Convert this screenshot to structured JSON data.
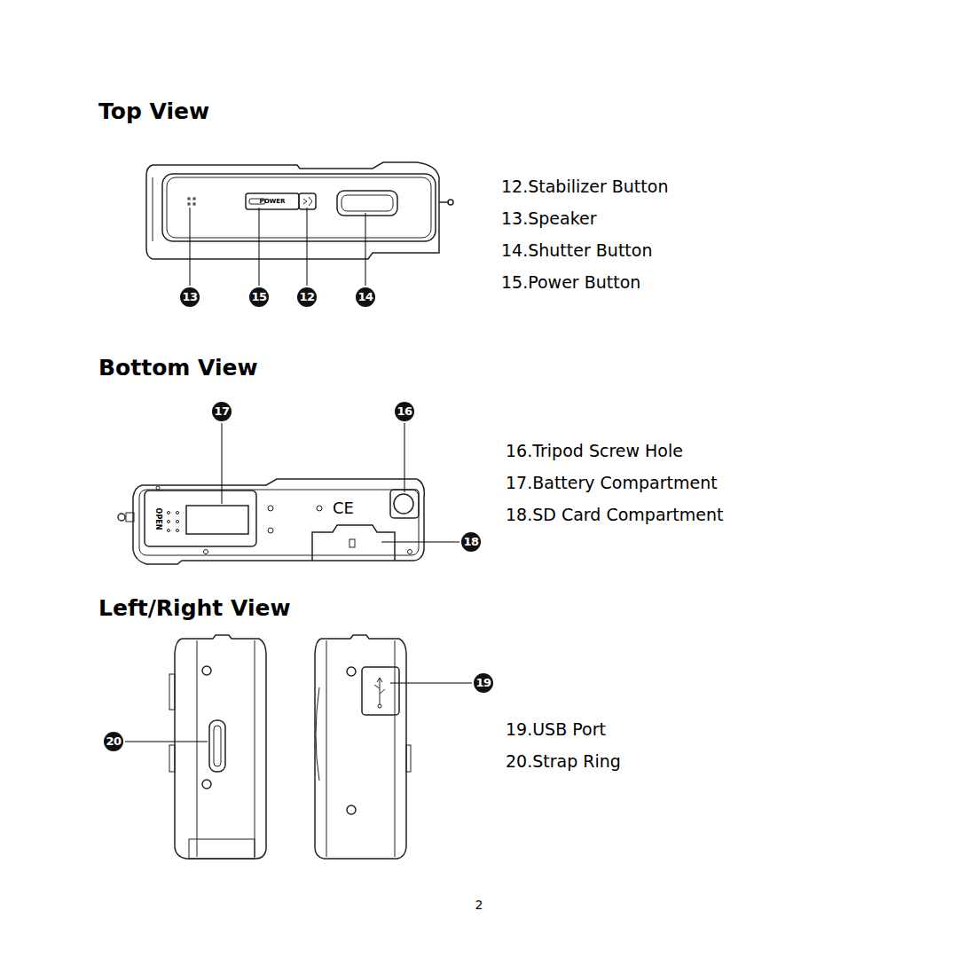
{
  "diagram": {
    "labels": [
      "Top View",
      "POWER",
      "13",
      "15",
      "12",
      "14",
      "12.Stabilizer Button",
      "13.Speaker",
      "14.Shutter Button",
      "15.Power Button",
      "Bottom View",
      "17",
      "16",
      "OPEN",
      "CE",
      "18",
      "16.Tripod Screw Hole",
      "17.Battery Compartment",
      "18.SD Card Compartment",
      "Left/Right View",
      "19",
      "20",
      "19.USB Port",
      "20.Strap Ring",
      "2"
    ]
  }
}
